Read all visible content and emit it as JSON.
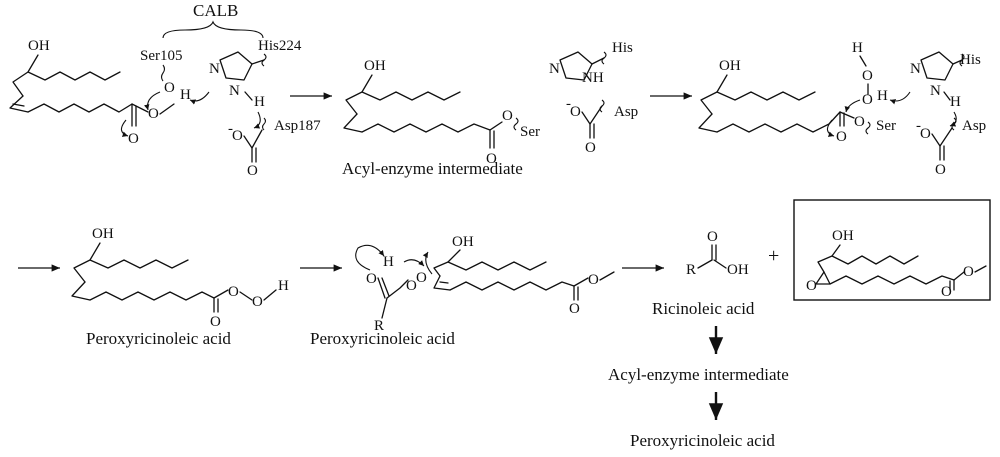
{
  "enzyme_label": "CALB",
  "residues": {
    "ser105": "Ser105",
    "his224": "His224",
    "asp187": "Asp187",
    "his": "His",
    "asp": "Asp",
    "ser": "Ser"
  },
  "atoms": {
    "oh": "OH",
    "o": "O",
    "h": "H",
    "n": "N",
    "nh": "NH",
    "r": "R",
    "minus": "-",
    "plus": "+"
  },
  "captions": {
    "acyl_enzyme_1": "Acyl-enzyme intermediate",
    "peroxy_1": "Peroxyricinoleic acid",
    "peroxy_2": "Peroxyricinoleic acid",
    "ricinoleic": "Ricinoleic acid",
    "acyl_enzyme_2": "Acyl-enzyme intermediate",
    "peroxy_3": "Peroxyricinoleic acid"
  }
}
